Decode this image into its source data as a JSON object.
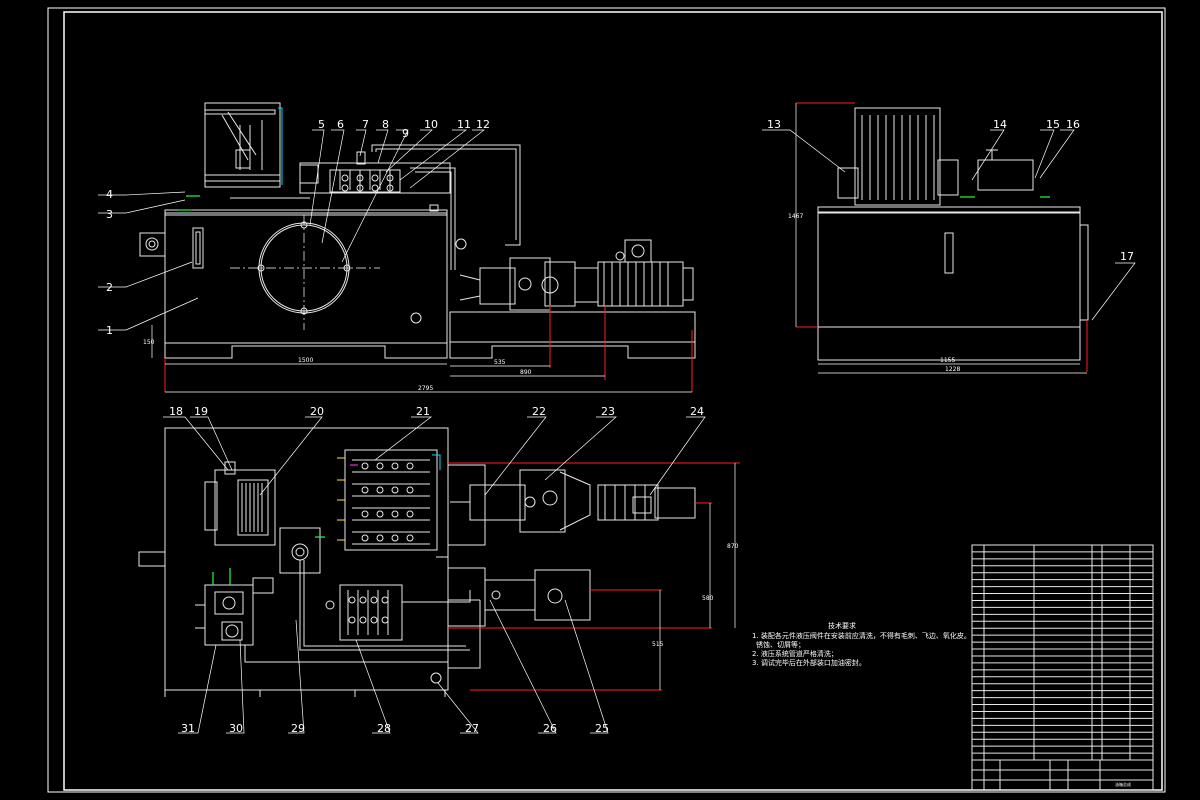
{
  "drawing": {
    "balloons": [
      "1",
      "2",
      "3",
      "4",
      "5",
      "6",
      "7",
      "8",
      "9",
      "10",
      "11",
      "12",
      "13",
      "14",
      "15",
      "16",
      "17",
      "18",
      "19",
      "20",
      "21",
      "22",
      "23",
      "24",
      "25",
      "26",
      "27",
      "28",
      "29",
      "30",
      "31"
    ],
    "dimensions": {
      "front_height": "150",
      "front_tank_width": "1500",
      "front_motor_offset": "535",
      "front_motor_base": "890",
      "front_total": "2795",
      "side_height": "1467",
      "side_tank": "1155",
      "side_total": "1228",
      "plan_depth": "870",
      "plan_pump_a": "580",
      "plan_pump_b": "515"
    },
    "notes": {
      "title": "技术要求",
      "line1": "1. 装配各元件液压阀件在安装前应清洗，不得有毛刺、飞边、氧化皮。",
      "line1b": "锈蚀、切屑等；",
      "line2": "2. 液压系统管道严格清洗；",
      "line3": "3. 调试完毕后在外部装口加油密封。"
    },
    "title_block": {
      "drawing_name": "油箱总成"
    }
  }
}
